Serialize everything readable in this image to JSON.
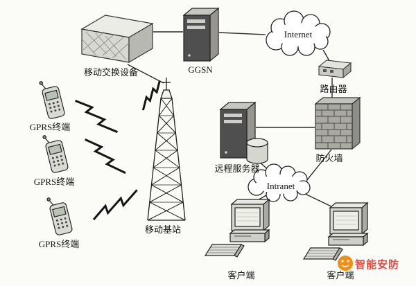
{
  "labels": {
    "switch": "移动交换设备",
    "ggsn": "GGSN",
    "internet": "Internet",
    "router": "路由器",
    "firewall": "防火墙",
    "remote_server": "远程服务器",
    "base_station": "移动基站",
    "gprs_terminal_1": "GPRS终端",
    "gprs_terminal_2": "GPRS终端",
    "gprs_terminal_3": "GPRS终端",
    "intranet": "Intranet",
    "client_1": "客户端",
    "client_2": "客户端"
  },
  "watermark": {
    "text": "智能安防",
    "text_color": "#d93025",
    "mascot_color": "#f08300"
  },
  "colors": {
    "background": "#fbfbf8",
    "line": "#2a2a2a",
    "server_front": "#4f4f4f",
    "device_light": "#d8d8d2",
    "firewall_wall": "#a9a9a2"
  }
}
